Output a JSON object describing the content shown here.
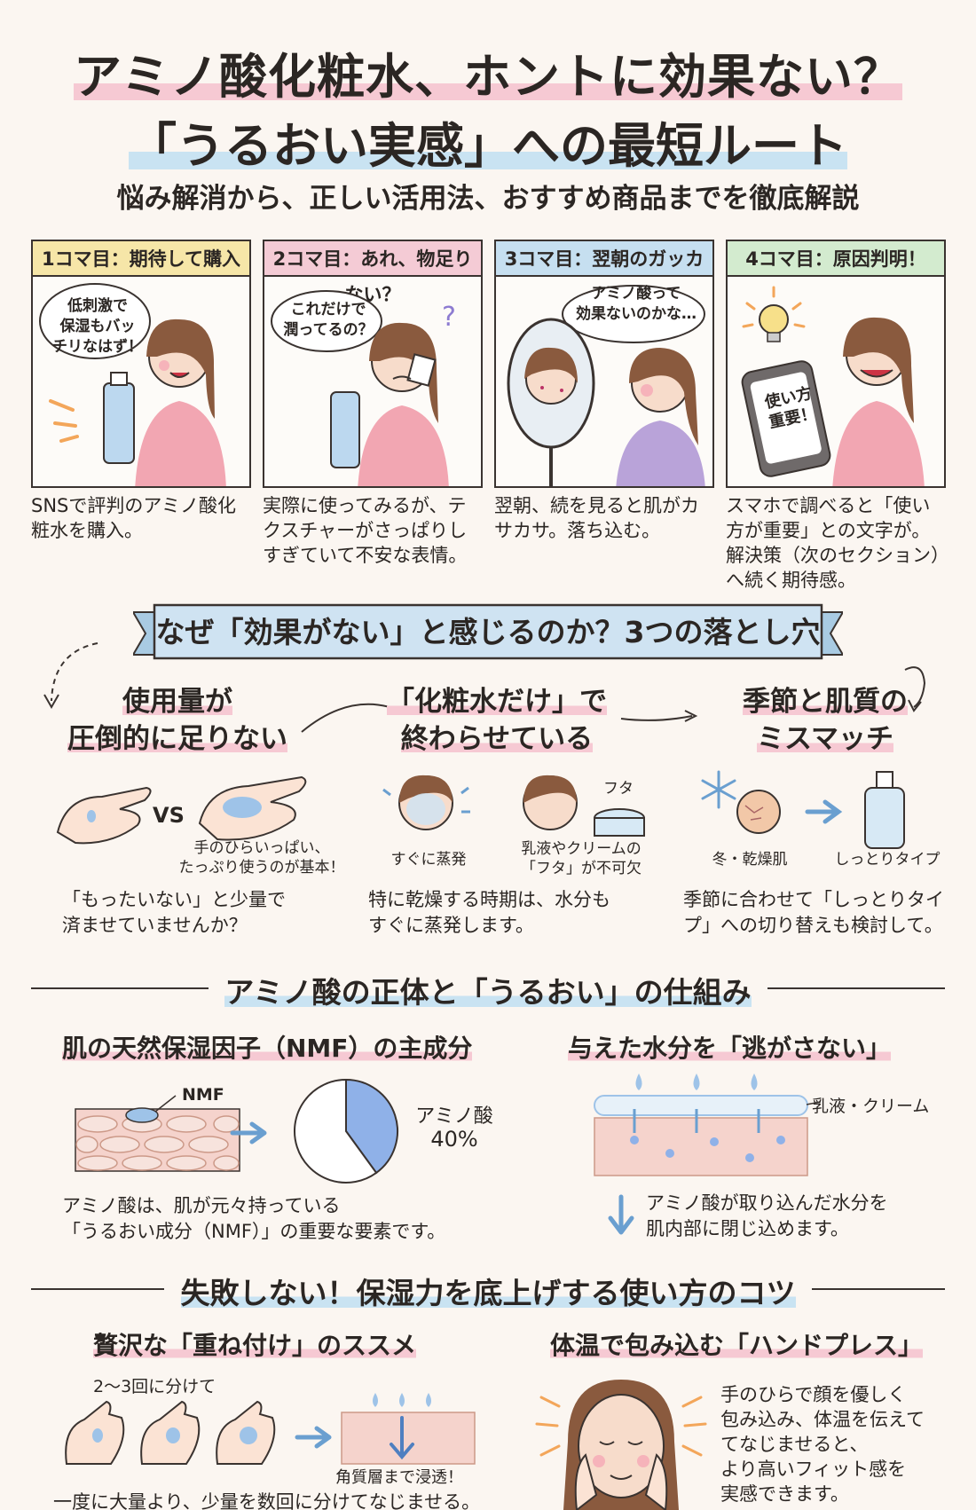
{
  "header": {
    "title_line1": "アミノ酸化粧水、ホントに効果ない？",
    "title_line2": "「うるおい実感」への最短ルート",
    "subtitle": "悩み解消から、正しい活用法、おすすめ商品までを徹底解説"
  },
  "comic": {
    "panels": [
      {
        "head": "1コマ目：期待して購入",
        "bubble": "低刺激で\n保湿もバッ\nチリなはず！",
        "caption": "SNSで評判のアミノ酸化粧水を購入。"
      },
      {
        "head": "2コマ目：あれ、物足りない？",
        "bubble": "これだけで\n潤ってるの？",
        "caption": "実際に使ってみるが、テクスチャーがさっぱりしすぎていて不安な表情。"
      },
      {
        "head": "3コマ目：翌朝のガッカリ",
        "bubble": "アミノ酸って\n効果ないのかな…",
        "caption": "翌朝、続を見ると肌がカサカサ。落ち込む。"
      },
      {
        "head": "4コマ目：原因判明！",
        "phone_text": "使い方\n重要！",
        "caption": "スマホで調べると「使い方が重要」との文字が。解決策（次のセクション）へ続く期待感。"
      }
    ]
  },
  "pitfalls": {
    "banner": "なぜ「効果がない」と感じるのか？3つの落とし穴",
    "items": [
      {
        "title": "使用量が\n圧倒的に足りない",
        "vs": "VS",
        "note": "手のひらいっぱい、\nたっぷり使うのが基本！",
        "body": "「もったいない」と少量で\n済ませていませんか？"
      },
      {
        "title": "「化粧水だけ」で\n終わらせている",
        "label_a": "すぐに蒸発",
        "lid_label": "フタ",
        "label_b": "乳液やクリームの\n「フタ」が不可欠",
        "body": "特に乾燥する時期は、水分も\nすぐに蒸発します。"
      },
      {
        "title": "季節と肌質の\nミスマッチ",
        "label_a": "冬・乾燥肌",
        "label_b": "しっとりタイプ",
        "body": "季節に合わせて「しっとりタイ\nプ」への切り替えも検討して。"
      }
    ]
  },
  "mechanism": {
    "section_title": "アミノ酸の正体と「うるおい」の仕組み",
    "left": {
      "title": "肌の天然保湿因子（NMF）の主成分",
      "nmf_label": "NMF",
      "pie_label": "アミノ酸",
      "pie_value": "40%",
      "body": "アミノ酸は、肌が元々持っている\n「うるおい成分（NMF）」の重要な要素です。"
    },
    "right": {
      "title": "与えた水分を「逃がさない」",
      "cream_label": "乳液・クリーム",
      "body": "アミノ酸が取り込んだ水分を\n肌内部に閉じ込めます。"
    }
  },
  "chart_data": {
    "type": "pie",
    "categories": [
      "アミノ酸",
      ""
    ],
    "values": [
      40,
      60
    ],
    "title": "",
    "colors": [
      "#8fb1e8",
      "#ffffff"
    ]
  },
  "tips": {
    "section_title": "失敗しない！保湿力を底上げする使い方のコツ",
    "left": {
      "title": "贅沢な「重ね付け」のススメ",
      "note": "2〜3回に分けて",
      "arrow_note": "角質層まで浸透！",
      "body": "一度に大量より、少量を数回に分けてなじませる。"
    },
    "right": {
      "title": "体温で包み込む「ハンドプレス」",
      "body": "手のひらで顔を優しく\n包み込み、体温を伝えて\nてなじませると、\nより高いフィット感を\n実感できます。"
    }
  },
  "colors": {
    "pink": "#f6c9d3",
    "blue": "#c9e3f2",
    "yellow": "#f7e8b4",
    "ink": "#2b2623",
    "background": "#fbf6f1"
  }
}
